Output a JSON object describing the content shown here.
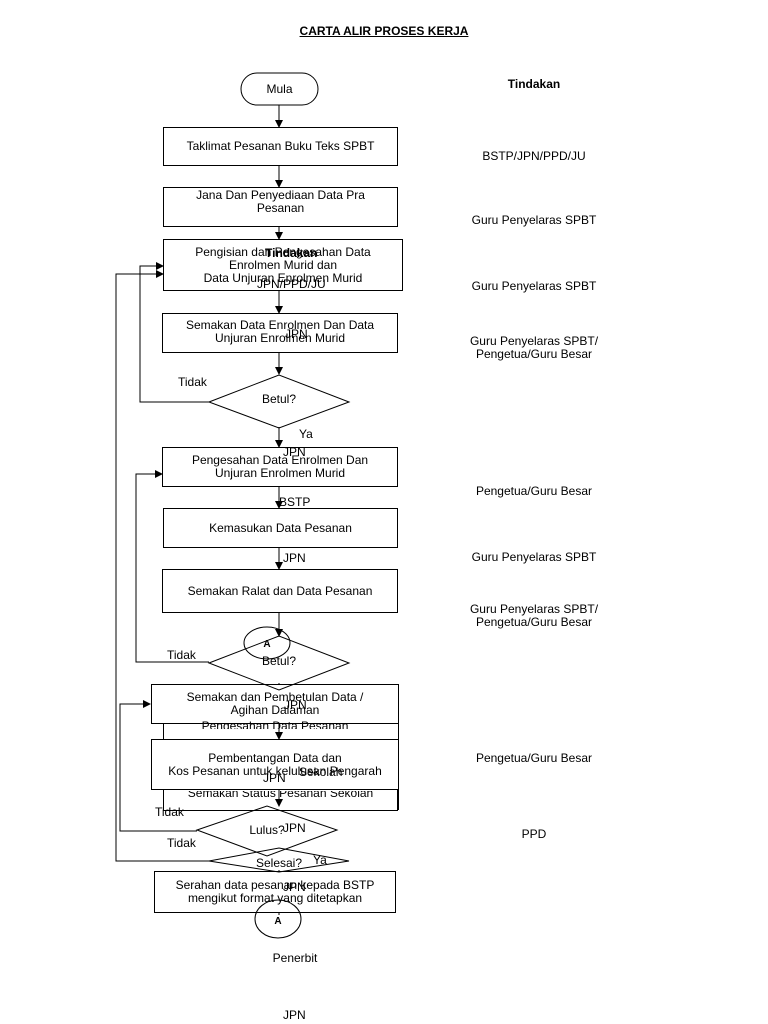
{
  "title": "CARTA ALIR PROSES KERJA",
  "tindakan_header": "Tindakan",
  "tindakan_overlay": "Tindakan",
  "start_label": "Mula",
  "connector_a": "A",
  "process": {
    "p1": "Taklimat Pesanan Buku Teks SPBT",
    "p2_l1": "Jana Dan Penyediaan Data Pra",
    "p2_l2": "Pesanan",
    "p3_l1": "Pengisian dan Pengesahan Data",
    "p3_l2": "Enrolmen Murid dan",
    "p3_l3": "Data Unjuran Enrolmen Murid",
    "p4_l1": "Semakan Data Enrolmen  Dan Data",
    "p4_l2": "Unjuran Enrolmen Murid",
    "p5_l1": "Pengesahan Data Enrolmen Dan",
    "p5_l2": "Unjuran Enrolmen Murid",
    "p6": "Kemasukan Data Pesanan",
    "p7": "Semakan Ralat dan Data Pesanan",
    "p8_l1": "Semakan dan Pembetulan Data /",
    "p8_l2": "Agihan Dalaman",
    "p9": "Pengesahan Data Pesanan",
    "p10_l1": "Pembentangan Data dan",
    "p10_l2": "Kos Pesanan untuk kelulusan Pengarah",
    "p11": "Semakan Status Pesanan Sekolah",
    "p12_l1": "Serahan data pesanan kepada BSTP",
    "p12_l2": "mengikut format yang ditetapkan"
  },
  "decisions": {
    "d1": "Betul?",
    "d2": "Betul?",
    "d3": "Lulus?",
    "d4": "Selesai?"
  },
  "edge_labels": {
    "tidak": "Tidak",
    "ya": "Ya"
  },
  "responsible": {
    "r1": "BSTP/JPN/PPD/JU",
    "r2": "Guru Penyelaras SPBT",
    "r3": "Guru Penyelaras SPBT",
    "r4_l1": "Guru Penyelaras SPBT/",
    "r4_l2": "Pengetua/Guru Besar",
    "r5": "Pengetua/Guru Besar",
    "r6": "Guru Penyelaras SPBT",
    "r7_l1": "Guru Penyelaras SPBT/",
    "r7_l2": "Pengetua/Guru Besar",
    "r8": "Pengetua/Guru Besar",
    "r9": "PPD",
    "r10": "Penerbit",
    "r11": "JPN"
  },
  "overlay": {
    "o1": "JPN/PPD/JU",
    "o2": "JPN",
    "o3": "JPN",
    "o4": "BSTP",
    "o5": "JPN",
    "o6": "JPN",
    "o7": "Sekolah",
    "o8": "JPN",
    "o9": "JPN",
    "o10": "JPN",
    "o11": "JPN"
  }
}
